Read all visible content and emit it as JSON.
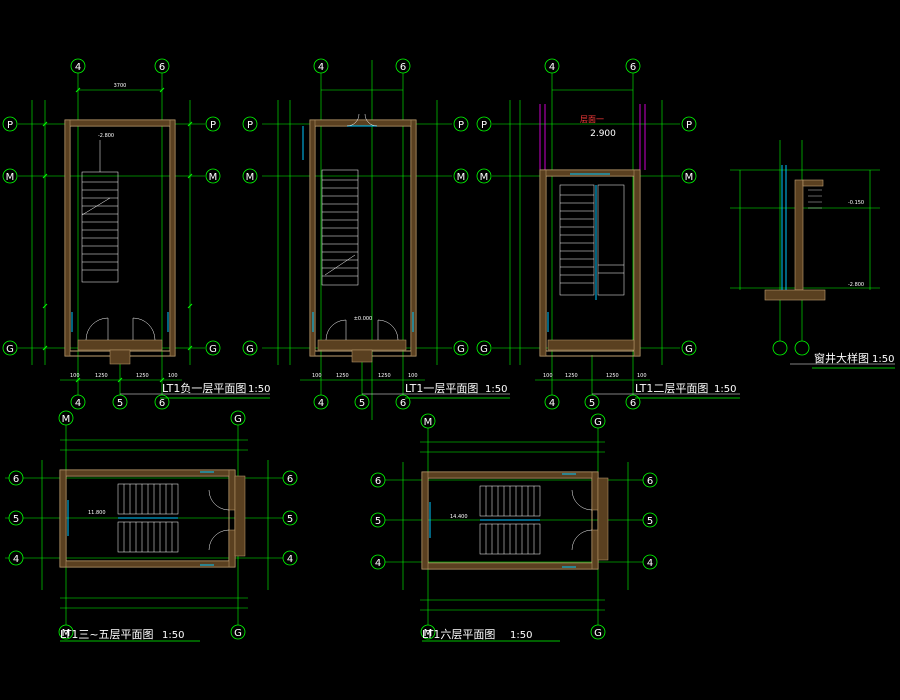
{
  "colors": {
    "background": "#000000",
    "axis": "#00ff00",
    "wall": "#c0a070",
    "dim": "#00ff00",
    "stair": "#ffffff",
    "window": "#00c8ff",
    "accent": "#ff00ff",
    "text": "#ffffff",
    "marker": "#ff3b3b"
  },
  "plans": {
    "basement": {
      "title": "LT1负一层平面图",
      "scale": "1:50",
      "axes_top": [
        "4",
        "6"
      ],
      "axes_bottom": [
        "4",
        "5",
        "6"
      ],
      "axes_side": [
        "P",
        "M",
        "G"
      ],
      "level": "-2.800",
      "dim_top": "3700",
      "dim_bottom": [
        "100",
        "1250",
        "1250",
        "100"
      ]
    },
    "first": {
      "title": "LT1一层平面图",
      "scale": "1:50",
      "axes_top": [
        "4",
        "6"
      ],
      "axes_bottom": [
        "4",
        "5",
        "6"
      ],
      "axes_side": [
        "P",
        "M",
        "G"
      ],
      "level": "±0.000",
      "dim_bottom": [
        "100",
        "1250",
        "1250",
        "100"
      ]
    },
    "second": {
      "title": "LT1二层平面图",
      "scale": "1:50",
      "axes_top": [
        "4",
        "6"
      ],
      "axes_bottom": [
        "4",
        "5",
        "6"
      ],
      "axes_side": [
        "P",
        "M",
        "G"
      ],
      "level": "2.900",
      "dim_bottom": [
        "100",
        "1250",
        "1250",
        "100"
      ],
      "tag": "层面一"
    },
    "typical": {
      "title": "LT1三~五层平面图",
      "scale": "1:50",
      "axes_top": [
        "M",
        "G"
      ],
      "axes_side": [
        "6",
        "5",
        "4"
      ],
      "level": "11.800"
    },
    "sixth": {
      "title": "LT1六层平面图",
      "scale": "1:50",
      "axes_top": [
        "M",
        "G"
      ],
      "axes_side": [
        "6",
        "5",
        "4"
      ],
      "level": "14.400"
    },
    "detail": {
      "title": "窗井大样图",
      "scale": "1:50",
      "levels": [
        "-0.150",
        "-2.800"
      ]
    }
  }
}
